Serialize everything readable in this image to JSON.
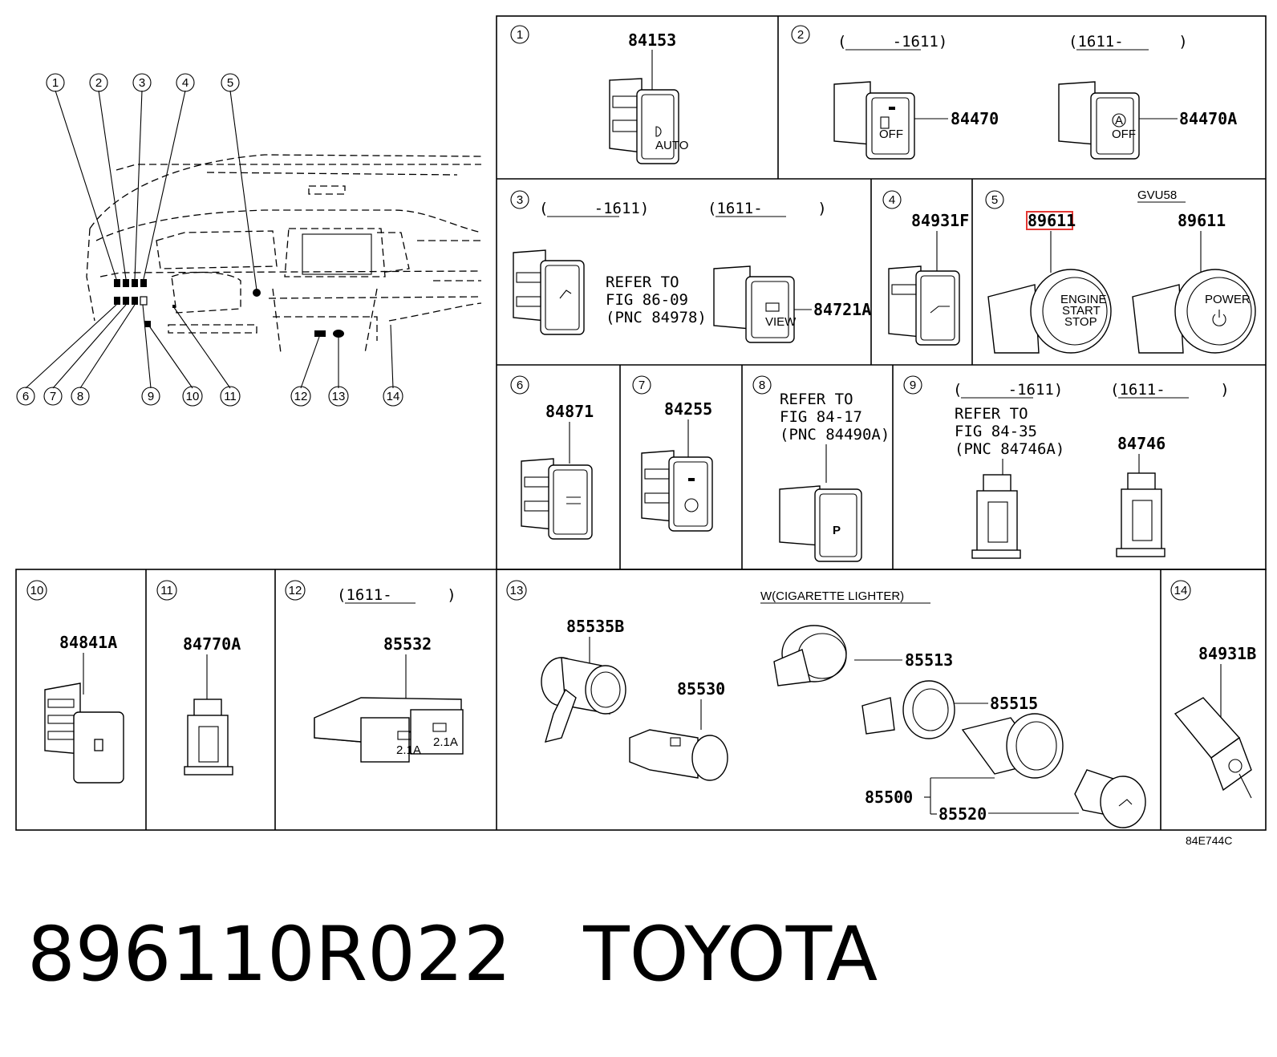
{
  "drawing_code": "84E744C",
  "caption": {
    "part_number": "896110R022",
    "brand": "TOYOTA"
  },
  "overview_callouts": [
    "1",
    "2",
    "3",
    "4",
    "5",
    "6",
    "7",
    "8",
    "9",
    "10",
    "11",
    "12",
    "13",
    "14"
  ],
  "panels": [
    {
      "id": "1",
      "parts": [
        "84153"
      ],
      "icon_text": "AUTO"
    },
    {
      "id": "2",
      "ranges": [
        "(     -1611)",
        "(1611-      )"
      ],
      "parts": [
        "84470",
        "84470A"
      ],
      "icon_text": [
        "OFF"
      ]
    },
    {
      "id": "3",
      "ranges": [
        "(     -1611)",
        "(1611-      )"
      ],
      "refer": [
        "REFER TO",
        "FIG 86-09",
        "(PNC 84978)"
      ],
      "parts": [
        "84721A"
      ],
      "icon_text": "VIEW"
    },
    {
      "id": "4",
      "parts": [
        "84931F"
      ]
    },
    {
      "id": "5",
      "model": "GVU58",
      "parts": [
        "89611",
        "89611"
      ],
      "highlight": "89611",
      "engine_text": [
        "ENGINE",
        "START",
        "STOP"
      ],
      "power_text": "POWER"
    },
    {
      "id": "6",
      "parts": [
        "84871"
      ]
    },
    {
      "id": "7",
      "parts": [
        "84255"
      ]
    },
    {
      "id": "8",
      "refer": [
        "REFER TO",
        "FIG 84-17",
        "(PNC 84490A)"
      ],
      "icon_text": "P"
    },
    {
      "id": "9",
      "ranges": [
        "(     -1611)",
        "(1611-      )"
      ],
      "refer": [
        "REFER TO",
        "FIG 84-35",
        "(PNC 84746A)"
      ],
      "parts": [
        "84746"
      ]
    },
    {
      "id": "10",
      "parts": [
        "84841A"
      ]
    },
    {
      "id": "11",
      "parts": [
        "84770A"
      ]
    },
    {
      "id": "12",
      "ranges": [
        "(1611-      )"
      ],
      "parts": [
        "85532"
      ],
      "usb_text": [
        "2.1A",
        "2.1A"
      ]
    },
    {
      "id": "13",
      "note": "W(CIGARETTE LIGHTER)",
      "parts": [
        "85535B",
        "85530",
        "85513",
        "85515",
        "85500",
        "85520"
      ]
    },
    {
      "id": "14",
      "parts": [
        "84931B"
      ]
    }
  ],
  "colors": {
    "line": "#000000",
    "background": "#ffffff",
    "highlight": "#e53935"
  }
}
